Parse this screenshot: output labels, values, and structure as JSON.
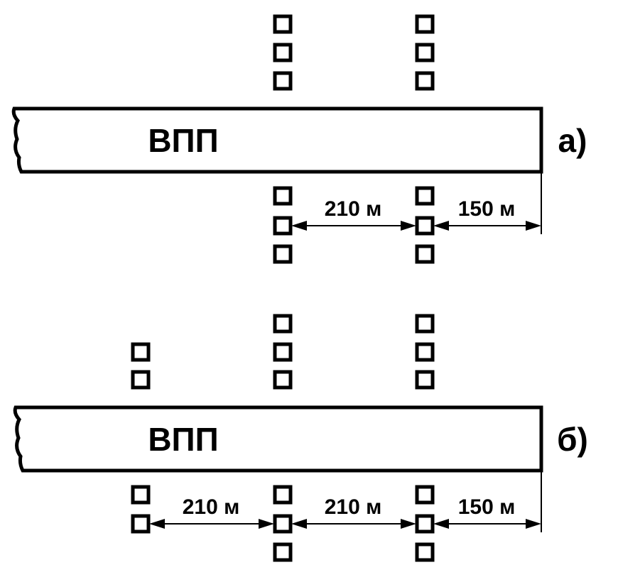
{
  "colors": {
    "ink": "#000000",
    "background": "#ffffff"
  },
  "panels": [
    {
      "id": "a",
      "label": "а)",
      "runway_label": "ВПП",
      "dimensions": [
        {
          "text": "210 м"
        },
        {
          "text": "150 м"
        }
      ]
    },
    {
      "id": "b",
      "label": "б)",
      "runway_label": "ВПП",
      "dimensions": [
        {
          "text": "210 м"
        },
        {
          "text": "210 м"
        },
        {
          "text": "150 м"
        }
      ]
    }
  ]
}
